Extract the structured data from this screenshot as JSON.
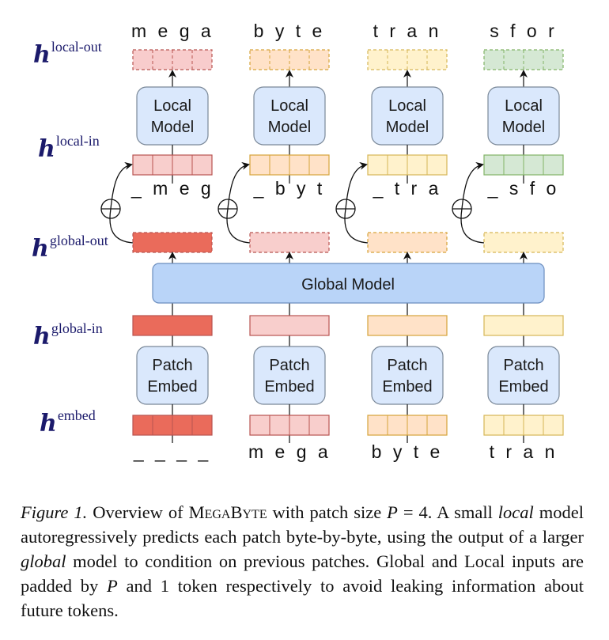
{
  "row_labels": {
    "local_out": {
      "base": "h",
      "sup": "local-out"
    },
    "local_in": {
      "base": "h",
      "sup": "local-in"
    },
    "global_out": {
      "base": "h",
      "sup": "global-out"
    },
    "global_in": {
      "base": "h",
      "sup": "global-in"
    },
    "embed": {
      "base": "h",
      "sup": "embed"
    }
  },
  "columns": [
    {
      "output_bytes": "m e g a",
      "local_input_bytes": "_ m e g",
      "input_bytes": "_ _ _ _",
      "local_model_label": [
        "Local",
        "Model"
      ],
      "patch_embed_label": [
        "Patch",
        "Embed"
      ],
      "colors": {
        "local_out": "#f8cccc",
        "local_out_stroke": "#b85450",
        "local_in": "#f8cecc",
        "local_in_stroke": "#b85450",
        "global_out": "#ea6b5b",
        "global_out_stroke": "#b85450",
        "global_in": "#ea6b5b",
        "embed": "#ea6b5b",
        "embed_stroke": "#b85450"
      }
    },
    {
      "output_bytes": "b y t e",
      "local_input_bytes": "_ b y t",
      "input_bytes": "m e g a",
      "local_model_label": [
        "Local",
        "Model"
      ],
      "patch_embed_label": [
        "Patch",
        "Embed"
      ],
      "colors": {
        "local_out": "#ffe2c8",
        "local_out_stroke": "#d6a43a",
        "local_in": "#ffe2c8",
        "local_in_stroke": "#d6a43a",
        "global_out": "#f8cecc",
        "global_out_stroke": "#b85450",
        "global_in": "#f8cecc",
        "embed": "#f8cecc",
        "embed_stroke": "#b85450"
      }
    },
    {
      "output_bytes": "t r a n",
      "local_input_bytes": "_ t r a",
      "input_bytes": "b y t e",
      "local_model_label": [
        "Local",
        "Model"
      ],
      "patch_embed_label": [
        "Patch",
        "Embed"
      ],
      "colors": {
        "local_out": "#fff2cc",
        "local_out_stroke": "#d6b656",
        "local_in": "#fff2cc",
        "local_in_stroke": "#d6b656",
        "global_out": "#ffe2c8",
        "global_out_stroke": "#d6a43a",
        "global_in": "#ffe2c8",
        "embed": "#ffe2c8",
        "embed_stroke": "#d6a43a"
      }
    },
    {
      "output_bytes": "s f o r",
      "local_input_bytes": "_ s f o",
      "input_bytes": "t r a n",
      "local_model_label": [
        "Local",
        "Model"
      ],
      "patch_embed_label": [
        "Patch",
        "Embed"
      ],
      "colors": {
        "local_out": "#d5e8d4",
        "local_out_stroke": "#82b366",
        "local_in": "#d5e8d4",
        "local_in_stroke": "#82b366",
        "global_out": "#fff2cc",
        "global_out_stroke": "#d6b656",
        "global_in": "#fff2cc",
        "embed": "#fff2cc",
        "embed_stroke": "#d6b656"
      }
    }
  ],
  "global_model_label": "Global Model",
  "model_box_color": "#dae8fc",
  "global_box_color": "#b9d4f8",
  "model_box_stroke": "#6c8ebf",
  "combine_symbol": "⊕",
  "caption": {
    "figure_label": "Figure 1.",
    "part1": " Overview of ",
    "name_caps": "MegaByte",
    "part2": " with patch size ",
    "var_p": "P",
    "part3": " = 4.  A small ",
    "local_word": "local",
    "part4": " model autoregressively predicts each patch byte-by-byte, using the output of a larger ",
    "global_word": "global",
    "part5": " model to condition on previous patches. Global and Local inputs are padded by ",
    "var_p2": "P",
    "part6": " and 1 token respectively to avoid leaking information about future tokens."
  }
}
